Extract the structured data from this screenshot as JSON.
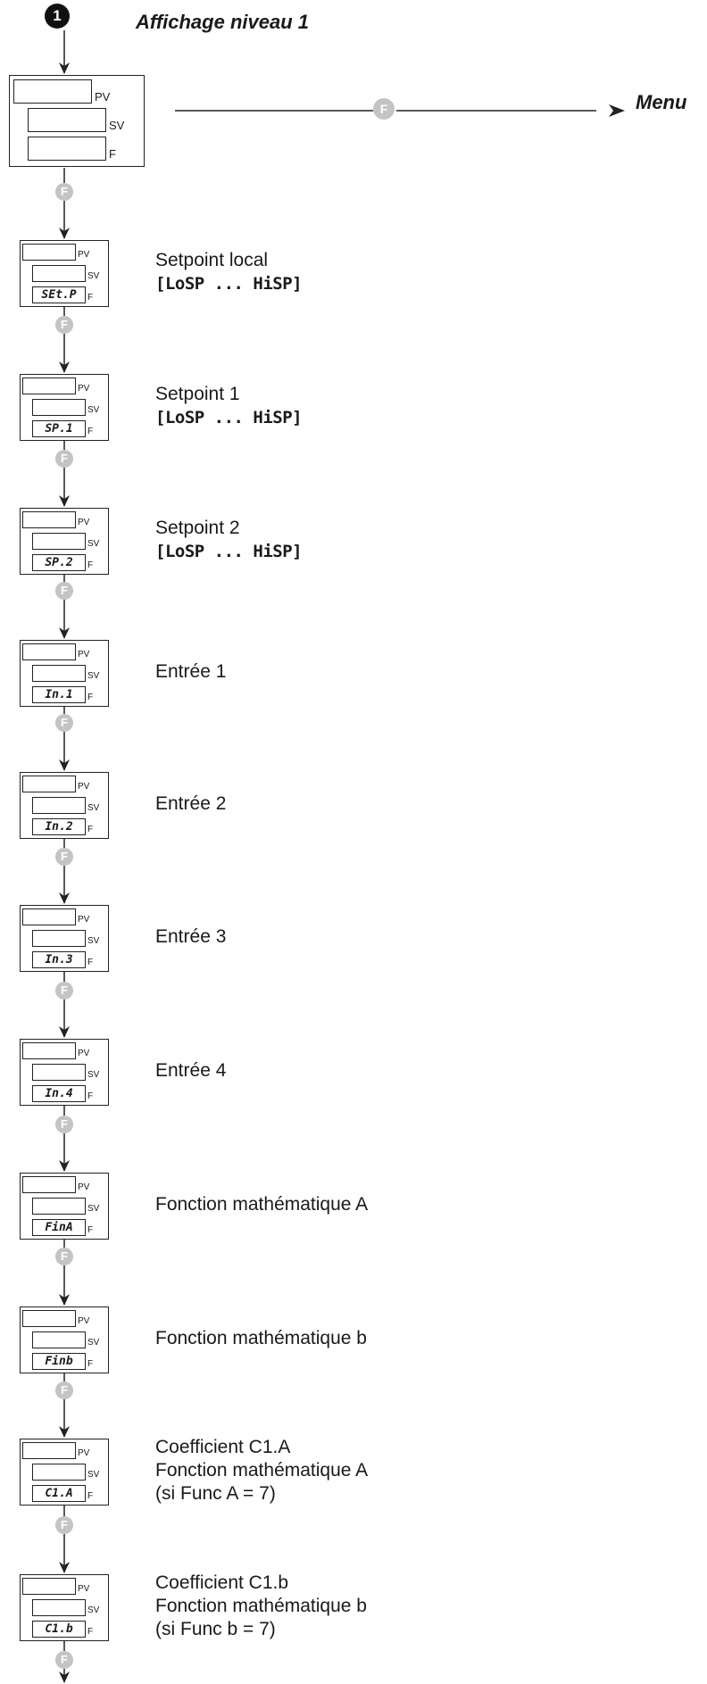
{
  "header": {
    "step_number": "1",
    "title": "Affichage niveau 1",
    "menu_label": "Menu",
    "f_key": "F"
  },
  "main_display": {
    "pv": "PV",
    "sv": "SV",
    "f": "F"
  },
  "labels": {
    "pv": "PV",
    "sv": "SV",
    "f": "F"
  },
  "steps": [
    {
      "code": "SEt.P",
      "lines": [
        "Setpoint local"
      ],
      "range": "[LoSP ... HiSP]"
    },
    {
      "code": "SP.1",
      "lines": [
        "Setpoint 1"
      ],
      "range": "[LoSP ... HiSP]"
    },
    {
      "code": "SP.2",
      "lines": [
        "Setpoint 2"
      ],
      "range": "[LoSP ... HiSP]"
    },
    {
      "code": "In.1",
      "lines": [
        "Entrée 1"
      ]
    },
    {
      "code": "In.2",
      "lines": [
        "Entrée 2"
      ]
    },
    {
      "code": "In.3",
      "lines": [
        "Entrée 3"
      ]
    },
    {
      "code": "In.4",
      "lines": [
        "Entrée 4"
      ]
    },
    {
      "code": "FinA",
      "lines": [
        "Fonction mathématique A"
      ]
    },
    {
      "code": "Finb",
      "lines": [
        "Fonction mathématique b"
      ]
    },
    {
      "code": "C1.A",
      "lines": [
        "Coefficient C1.A",
        "Fonction mathématique A",
        "(si Func A = 7)"
      ]
    },
    {
      "code": "C1.b",
      "lines": [
        "Coefficient C1.b",
        "Fonction mathématique b",
        "(si Func b = 7)"
      ]
    }
  ]
}
